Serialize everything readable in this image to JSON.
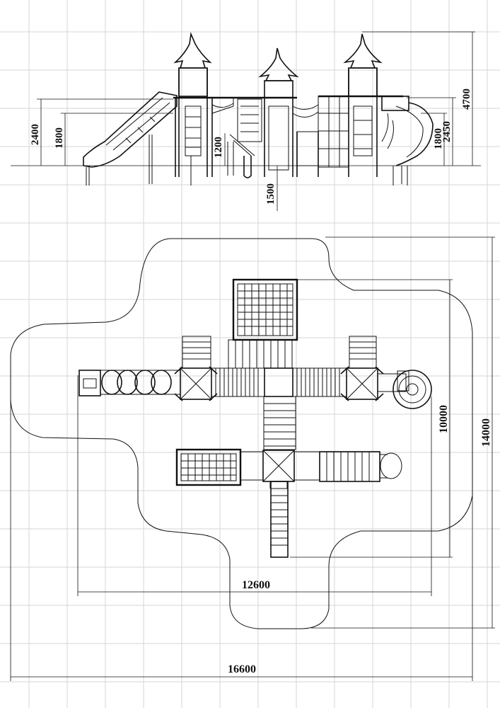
{
  "drawing": {
    "elevation_dimensions": {
      "overall_height": "4700",
      "left_platform_height": "2400",
      "left_slide_height": "1800",
      "middle_platform_height": "1200",
      "below_ground": "1500",
      "right_platform_height": "2450",
      "right_slide_height": "1800"
    },
    "plan_dimensions": {
      "equipment_depth": "10000",
      "safety_zone_depth": "14000",
      "equipment_width": "12600",
      "safety_zone_width": "16600"
    }
  }
}
